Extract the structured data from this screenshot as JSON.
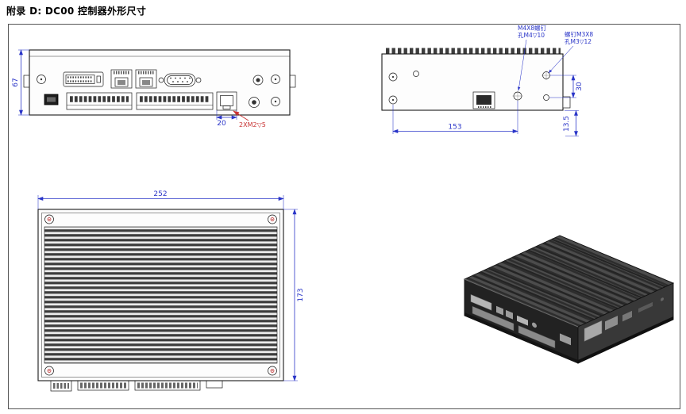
{
  "page": {
    "title": "附录 D: DC00 控制器外形尺寸"
  },
  "colors": {
    "dim-blue": "#2a35c8",
    "note-red": "#c83232"
  },
  "front_view": {
    "height_dim": "67",
    "rj45_width_dim": "20",
    "screw_note": "2XM2▽5"
  },
  "rear_view": {
    "m4_note_line1": "M4X8螺钉",
    "m4_note_line2": "孔M4▽10",
    "m3_note_line1": "螺钉M3X8",
    "m3_note_line2": "孔M3▽12",
    "width_dim": "153",
    "right_dim": "30",
    "offset_dim": "13.5"
  },
  "top_view": {
    "width_dim": "252",
    "depth_dim": "173"
  }
}
